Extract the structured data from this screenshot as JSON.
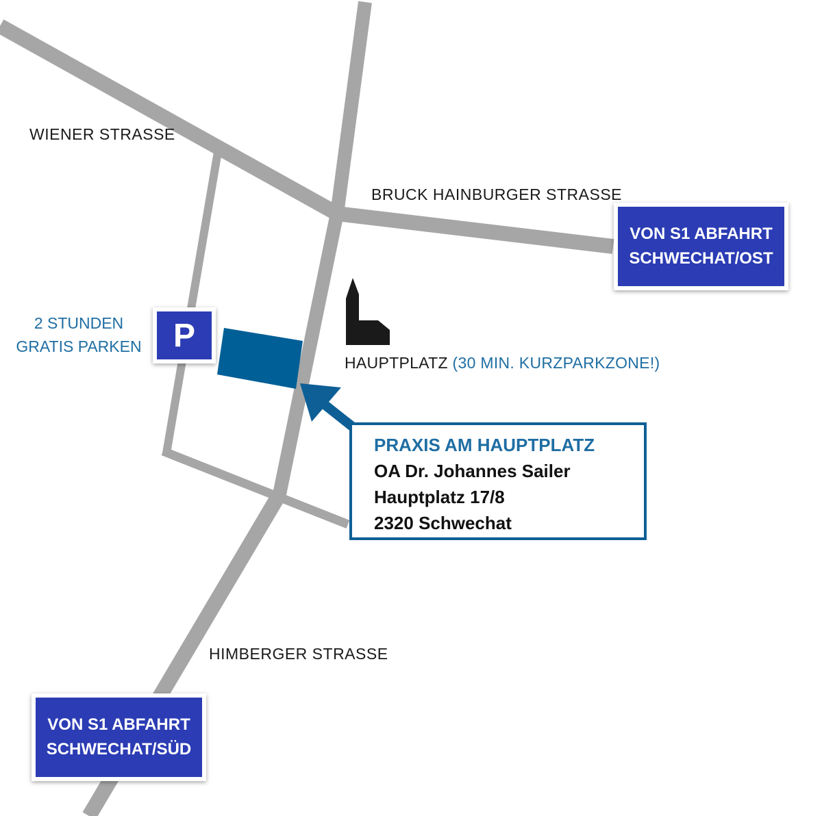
{
  "streets": {
    "wiener": "WIENER STRASSE",
    "bruck": "BRUCK HAINBURGER STRASSE",
    "himberger": "HIMBERGER STRASSE"
  },
  "exit_signs": {
    "ost": {
      "line1": "VON S1 ABFAHRT",
      "line2": "SCHWECHAT/OST"
    },
    "sued": {
      "line1": "VON S1 ABFAHRT",
      "line2": "SCHWECHAT/SÜD"
    }
  },
  "parking": {
    "symbol": "P",
    "note_line1": "2 STUNDEN",
    "note_line2": "GRATIS PARKEN"
  },
  "hauptplatz": {
    "label": "HAUPTPLATZ",
    "note": "(30 MIN. KURZPARKZONE!)"
  },
  "practice": {
    "title": "PRAXIS AM HAUPTPLATZ",
    "doctor": "OA Dr. Johannes Sailer",
    "street": "Hauptplatz 17/8",
    "city": "2320 Schwechat"
  },
  "icons": {
    "church": "church-icon",
    "parking": "parking-icon",
    "arrow": "location-arrow-icon"
  },
  "colors": {
    "road": "#a6a6a6",
    "sign_blue": "#2b3cb4",
    "accent_blue": "#1f6ea3",
    "building": "#005f96",
    "church": "#1a1a1a"
  }
}
